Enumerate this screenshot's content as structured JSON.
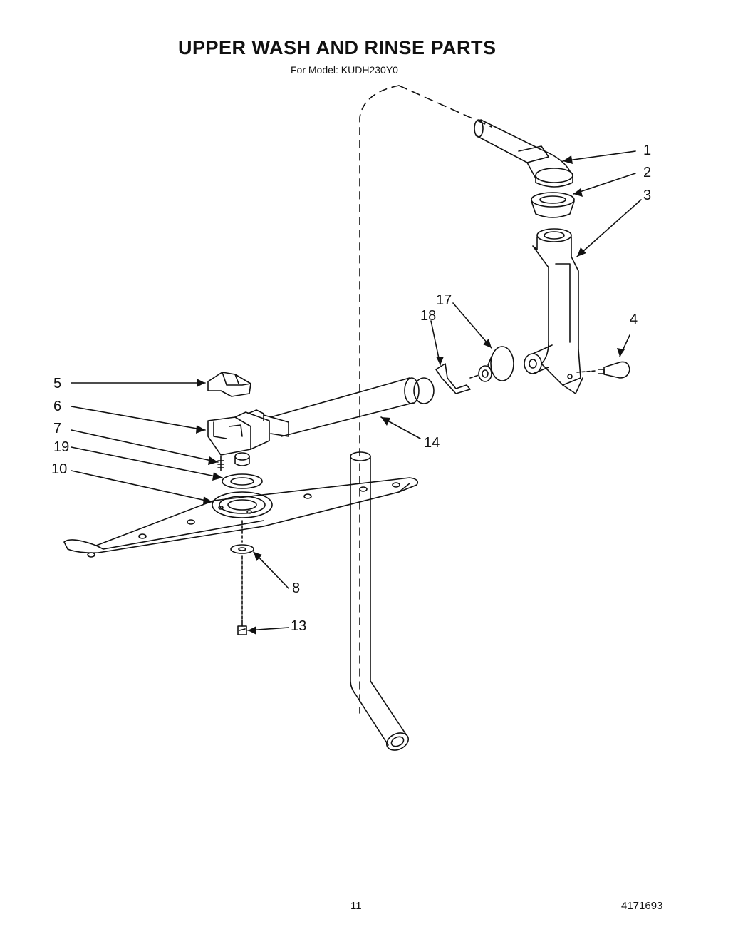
{
  "title": "UPPER WASH AND RINSE PARTS",
  "subtitle": "For Model: KUDH230Y0",
  "page_number": "11",
  "document_number": "4171693",
  "callouts": [
    "1",
    "2",
    "3",
    "4",
    "5",
    "6",
    "7",
    "19",
    "10",
    "8",
    "13",
    "14",
    "17",
    "18"
  ]
}
